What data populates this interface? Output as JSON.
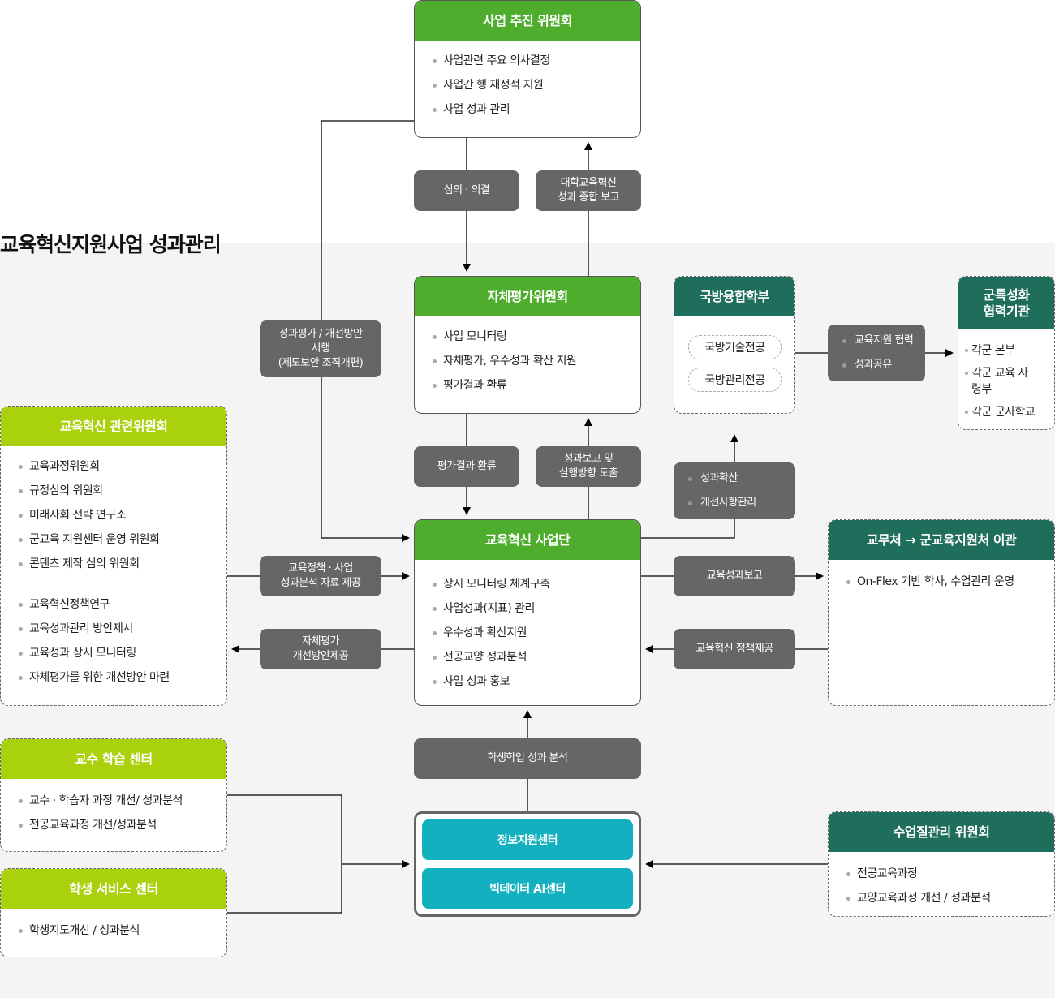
{
  "page_title": "교육혁신지원사업 성과관리",
  "boxes": {
    "promotion_committee": {
      "title": "사업 추진 위원회",
      "items": [
        "사업관련 주요 의사결정",
        "사업간 행 재정적 지원",
        "사업 성과 관리"
      ]
    },
    "self_eval_committee": {
      "title": "자체평가위원회",
      "items": [
        "사업 모니터링",
        "자체평가, 우수성과 확산 지원",
        "평가결과 환류"
      ]
    },
    "defense_faculty": {
      "title": "국방융합학부",
      "majors": [
        "국방기술전공",
        "국방관리전공"
      ]
    },
    "military_partners": {
      "title": "군특성화 협력기관",
      "items": [
        "각군 본부",
        "각군 교육 사령부",
        "각군 군사학교"
      ]
    },
    "related_committees": {
      "title": "교육혁신 관련위원회",
      "items_group1": [
        "교육과정위원회",
        "규정심의 위원회",
        "미래사회 전략 연구소",
        "군교육 지원센터 운영 위원회",
        "콘텐츠 제작 심의 위원회"
      ],
      "items_group2": [
        "교육혁신정책연구",
        "교육성과관리 방안제시",
        "교육성과 상시 모니터링",
        "자체평가를 위한 개선방안 마련"
      ]
    },
    "innovation_team": {
      "title": "교육혁신 사업단",
      "items": [
        "상시 모니터링 체계구축",
        "사업성과(지표) 관리",
        "우수성과 확산지원",
        "전공교양 성과분석",
        "사업 성과 홍보"
      ]
    },
    "academic_affairs": {
      "title": "교무처 → 군교육지원처 이관",
      "items": [
        "On-Flex 기반 학사, 수업관리 운영"
      ]
    },
    "teaching_center": {
      "title": "교수 학습 센터",
      "items": [
        "교수 · 학습자 과정 개선/ 성과분석",
        "전공교육과정 개선/성과분석"
      ]
    },
    "student_center": {
      "title": "학생 서비스 센터",
      "items": [
        "학생지도개선 / 성과분석"
      ]
    },
    "quality_committee": {
      "title": "수업질관리 위원회",
      "items": [
        "전공교육과정",
        "교양교육과정 개선 / 성과분석"
      ]
    },
    "it_centers": {
      "items": [
        "정보지원센터",
        "빅데이터 AI센터"
      ]
    }
  },
  "flow_labels": {
    "deliberation": "심의 · 의결",
    "univ_report_line1": "대학교육혁신",
    "univ_report_line2": "성과 종합 보고",
    "eval_impl_line1": "성과평가 / 개선방안",
    "eval_impl_line2": "시행",
    "eval_impl_line3": "(제도보안 조직개편)",
    "eval_feedback": "평가결과 환류",
    "perf_report_line1": "성과보고 및",
    "perf_report_line2": "실행방향 도출",
    "edu_support": [
      "교육지원 협력",
      "성과공유"
    ],
    "spread": [
      "성과확산",
      "개선사항관리"
    ],
    "policy_data_line1": "교육정책 · 사업",
    "policy_data_line2": "성과분석 자료 제공",
    "self_eval_line1": "자체평가",
    "self_eval_line2": "개선방안제공",
    "edu_perf_report": "교육성과보고",
    "policy_provide": "교육혁신 정책제공",
    "student_analysis": "학생학업 성과 분석"
  },
  "colors": {
    "green_header": "#4fad2e",
    "lime_header": "#a9d10c",
    "teal_header": "#1e6e5b",
    "label_gray": "#666666",
    "it_cyan": "#13b1c0"
  }
}
